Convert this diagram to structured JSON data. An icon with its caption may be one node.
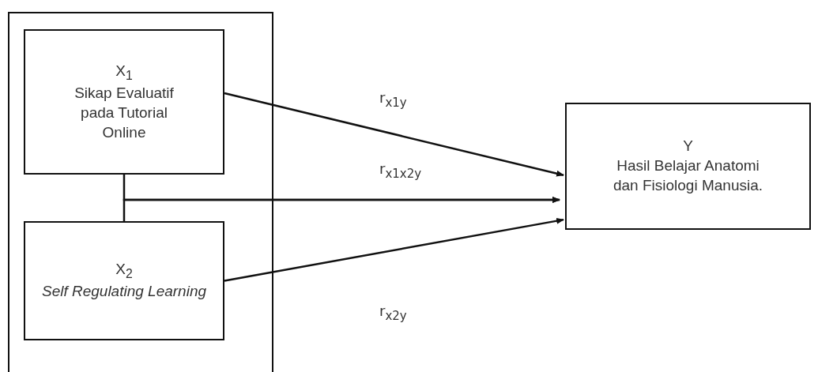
{
  "diagram": {
    "nodes": [
      {
        "text": [],
        "shape": "box"
      },
      {
        "text": [
          "X$_{1}$",
          "Sikap Evaluatif pada Tutorial Online"
        ],
        "in": 0
      },
      {
        "text": [
          "X$_{2}$",
          "*Self Regulating Learning*"
        ],
        "in": 0
      },
      {
        "text": [
          "Y",
          "Hasil Belajar Anatomi dan Fisiologi Manusia."
        ]
      }
    ],
    "edges": [
      {
        "from": 1,
        "to": 3,
        "arrow": "to",
        "label": "r$_{x1y}$"
      },
      {
        "from": 2,
        "to": 3,
        "arrow": "to",
        "label": "r$_{x2y}$"
      },
      {
        "from": 1,
        "to": 3,
        "arrow": "to",
        "label": "r$_{x1x2y}$"
      },
      {
        "from": 2,
        "to": 3,
        "arrow": "to"
      }
    ]
  }
}
